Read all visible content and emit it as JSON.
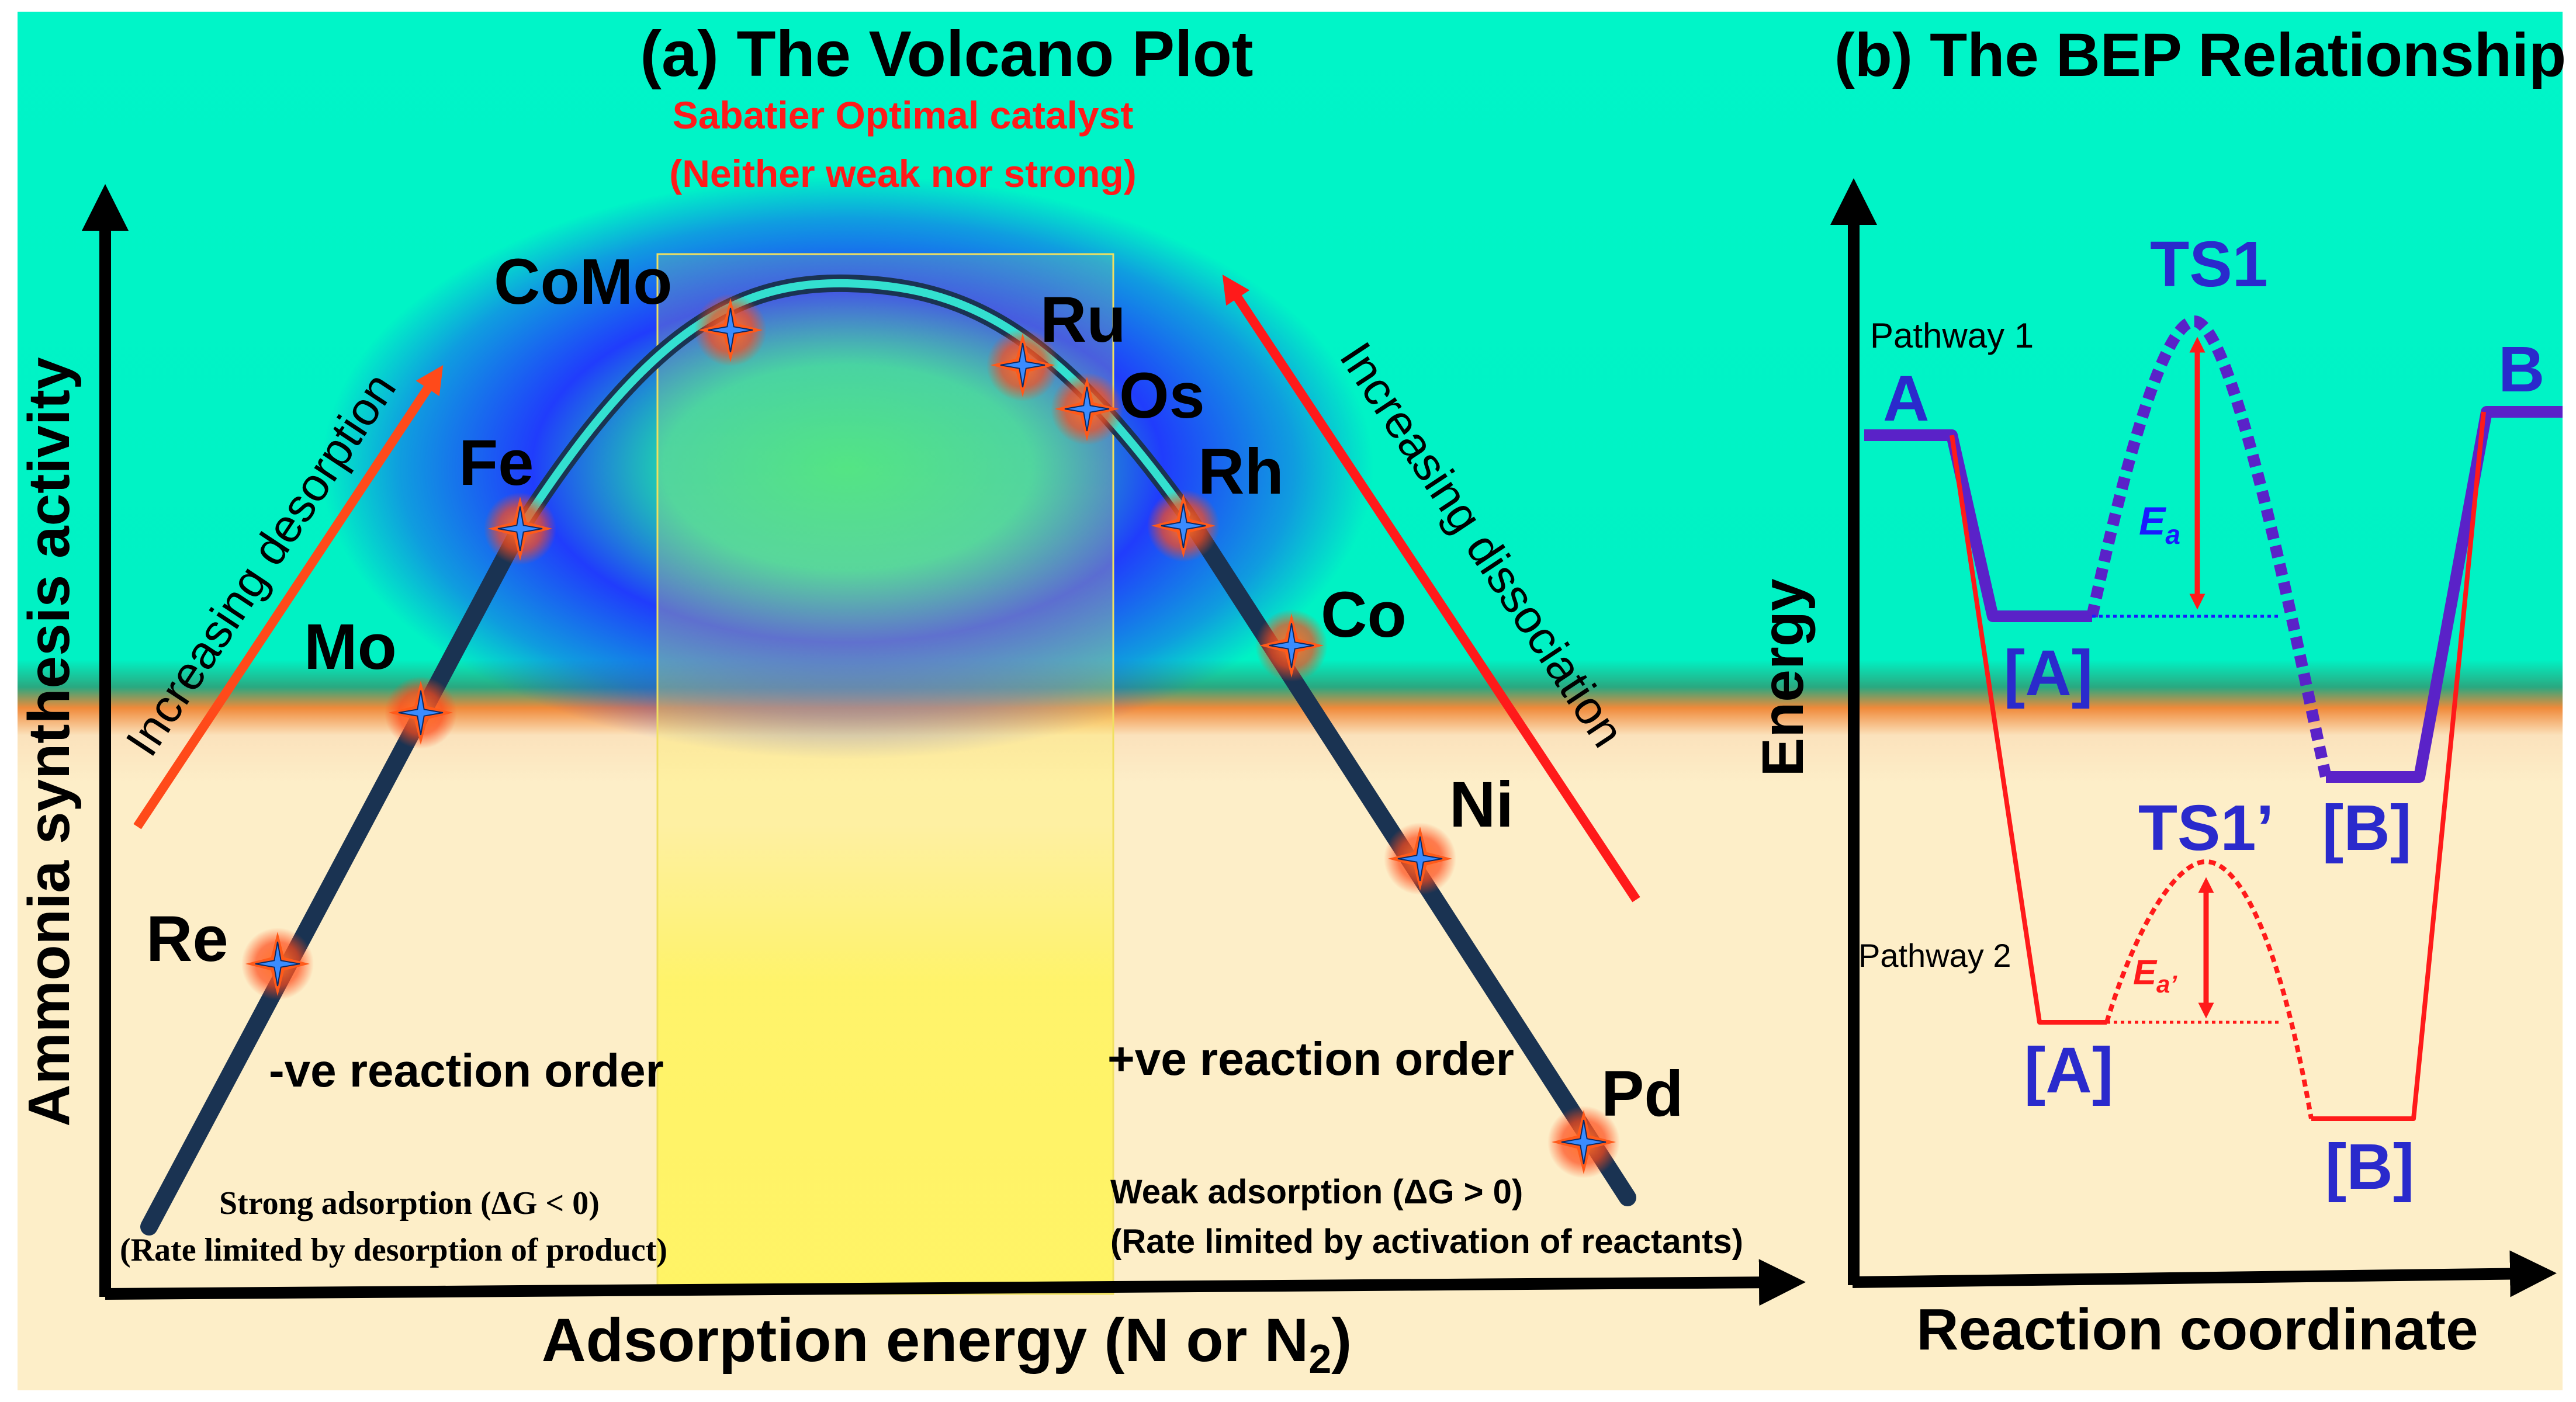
{
  "panel_a": {
    "title": "(a) The Volcano Plot",
    "optimal_line1": "Sabatier Optimal catalyst",
    "optimal_line2": "(Neither weak nor strong)",
    "ylabel": "Ammonia synthesis activity",
    "xlabel_main": "Adsorption energy (N or N",
    "xlabel_sub": "2",
    "xlabel_end": ")",
    "arrow_left_label": "Increasing desorption",
    "arrow_right_label": "Increasing dissociation",
    "neg_order": "-ve reaction order",
    "pos_order": "+ve reaction order",
    "strong_line1": "Strong adsorption (ΔG < 0)",
    "strong_line2": "(Rate limited by desorption of product)",
    "weak_line1": "Weak adsorption (ΔG > 0)",
    "weak_line2": "(Rate limited by activation of reactants)",
    "catalysts": [
      {
        "name": "Re"
      },
      {
        "name": "Mo"
      },
      {
        "name": "Fe"
      },
      {
        "name": "CoMo"
      },
      {
        "name": "Ru"
      },
      {
        "name": "Os"
      },
      {
        "name": "Rh"
      },
      {
        "name": "Co"
      },
      {
        "name": "Ni"
      },
      {
        "name": "Pd"
      }
    ]
  },
  "panel_b": {
    "title": "(b) The BEP Relationship",
    "ylabel": "Energy",
    "xlabel": "Reaction coordinate",
    "pathway1": "Pathway 1",
    "pathway2": "Pathway 2",
    "label_A": "A",
    "label_B": "B",
    "ts1": "TS1",
    "ts1_prime": "TS1’",
    "ia1": "[A]",
    "ib1": "[B]",
    "ia2": "[A]",
    "ib2": "[B]",
    "ea": "E",
    "ea_sub": "a",
    "ea2": "E",
    "ea2_sub": "a’"
  },
  "colors": {
    "top_band": "#00f5c8",
    "bottom_band": "#fdeec8",
    "divider": "#f08a3a",
    "curve": "#1a3352",
    "curve_highlight": "#33e0d0",
    "optimal_zone": "#fff45a",
    "halo": "#1a2cff",
    "title_red": "#ff1a1a",
    "label_blue": "#1a1aff",
    "pathway1_purple": "#5a22c8",
    "pathway2_red": "#ff1a1a"
  }
}
